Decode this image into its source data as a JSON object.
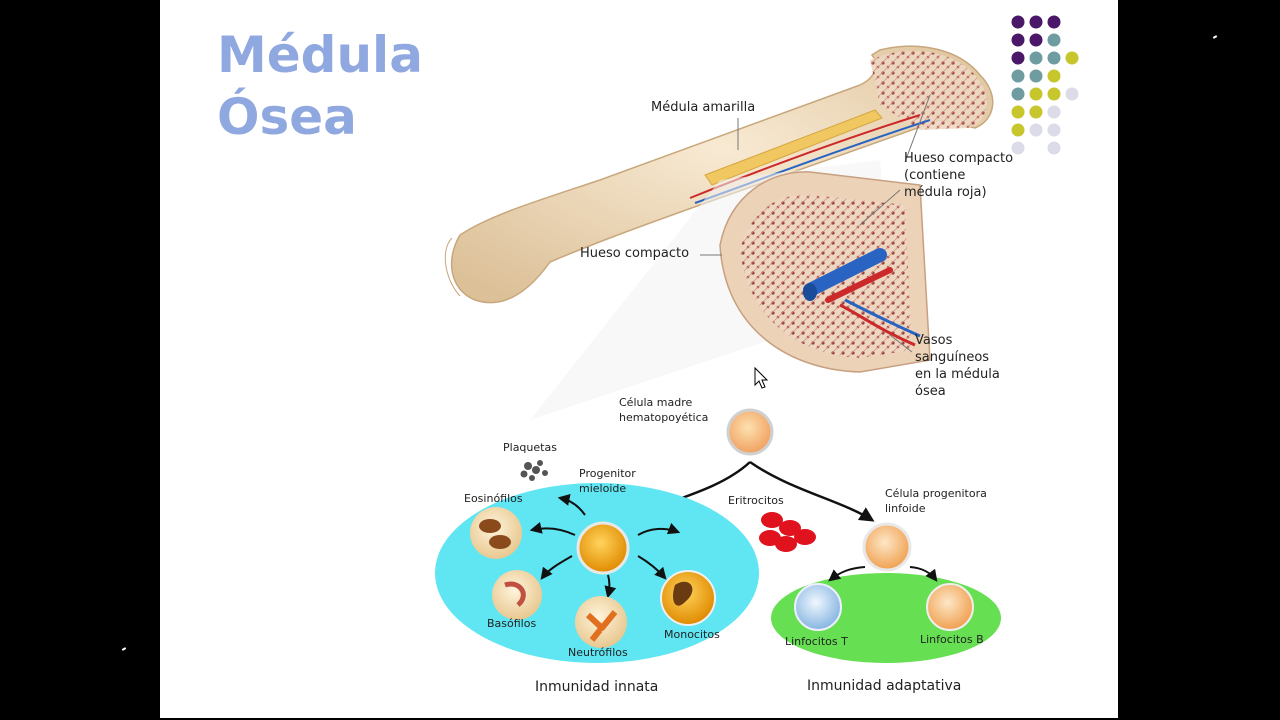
{
  "slide": {
    "title_line1": "Médula",
    "title_line2": "Ósea",
    "title_color": "#90a8e0"
  },
  "theme": {
    "dot_colors": [
      "#4b1769",
      "#6e9ca0",
      "#c7c72d",
      "#dcdbe8"
    ]
  },
  "diagram": {
    "labels": {
      "medula_amarilla": "Médula amarilla",
      "hueso_compacto_roja": "Hueso compacto\n(contiene\nmédula roja)",
      "hueso_compacto": "Hueso compacto",
      "vasos": "Vasos\nsanguíneos\nen la médula\nósea",
      "celula_madre": "Célula madre\nhematopoyética",
      "plaquetas": "Plaquetas",
      "progenitor_mieloide": "Progenitor\nmieloide",
      "eritrocitos": "Eritrocitos",
      "progenitora_linfoide": "Célula progenitora\nlinfoide",
      "eosinofilos": "Eosinófilos",
      "basofilos": "Basófilos",
      "neutrofilos": "Neutrófilos",
      "monocitos": "Monocitos",
      "linfocitos_t": "Linfocitos T",
      "linfocitos_b": "Linfocitos B",
      "inmunidad_innata": "Inmunidad innata",
      "inmunidad_adaptativa": "Inmunidad adaptativa"
    },
    "colors": {
      "innate_region": "#5fe6f2",
      "adaptive_region": "#66e052",
      "bone": "#ecd3b0",
      "erythrocyte": "#e0121e"
    }
  }
}
